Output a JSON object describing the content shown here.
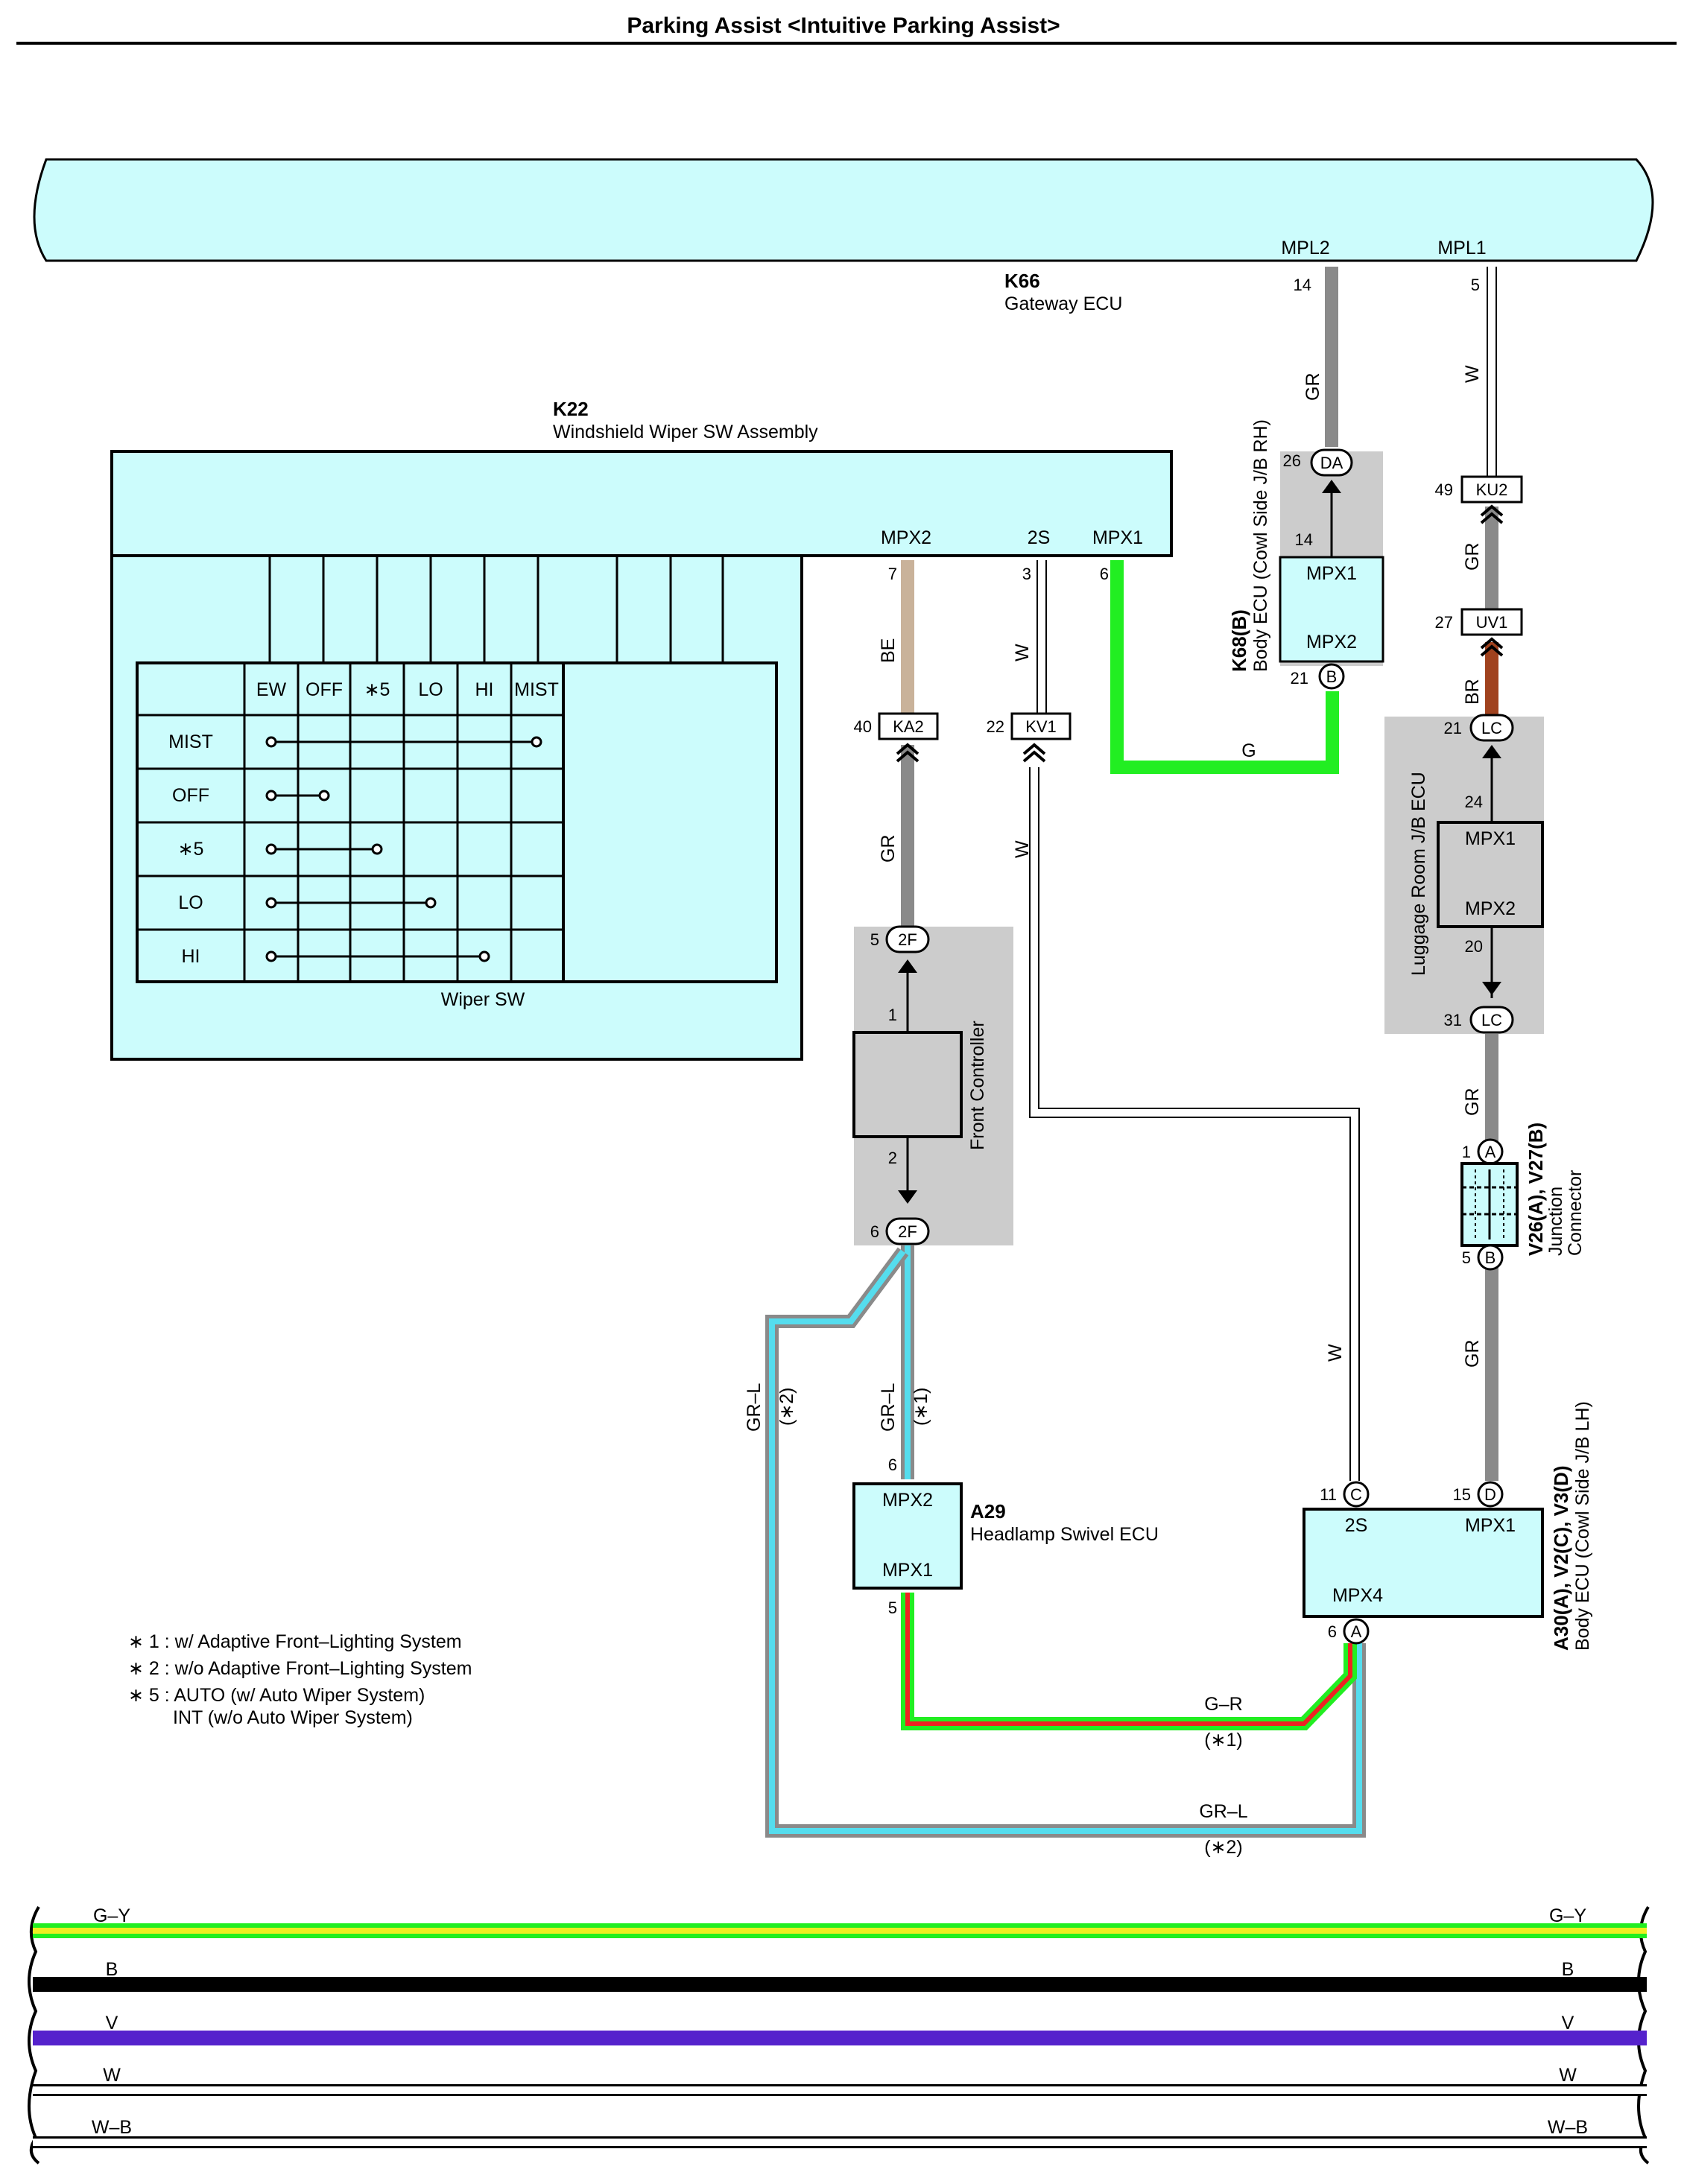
{
  "title": "Parking Assist <Intuitive Parking Assist>",
  "colors": {
    "ecu_fill": "#ccfcfc",
    "connector_shade": "#cccccc",
    "wire_gray": "#8a8a8a",
    "wire_green": "#22ee22",
    "wire_beige": "#c9b29a",
    "wire_brown": "#a0421e",
    "wire_blue_light": "#55ddee",
    "wire_red": "#ee2222",
    "wire_yellow": "#eeee22",
    "wire_violet": "#5522cc",
    "wire_black": "#000000"
  },
  "gateway": {
    "code": "K66",
    "name": "Gateway ECU",
    "pin_mpl2_label": "MPL2",
    "pin_mpl2_num": "14",
    "pin_mpl1_label": "MPL1",
    "pin_mpl1_num": "5"
  },
  "wiper_assy": {
    "code": "K22",
    "name": "Windshield Wiper SW Assembly",
    "pin_mpx2_label": "MPX2",
    "pin_mpx2_num": "7",
    "pin_2s_label": "2S",
    "pin_2s_num": "3",
    "pin_mpx1_label": "MPX1",
    "pin_mpx1_num": "6",
    "switch_caption": "Wiper SW",
    "columns": [
      "EW",
      "OFF",
      "∗5",
      "LO",
      "HI",
      "MIST"
    ],
    "rows": [
      "MIST",
      "OFF",
      "∗5",
      "LO",
      "HI"
    ]
  },
  "body_ecu_rh": {
    "code": "K68(B)",
    "name": "Body ECU (Cowl Side J/B RH)",
    "conn_da": "DA",
    "conn_da_pin": "26",
    "pin_top": "14",
    "mpx1": "MPX1",
    "mpx2": "MPX2",
    "pin_bottom": "21",
    "conn_b": "B"
  },
  "connectors": {
    "ku2": {
      "name": "KU2",
      "pin": "49"
    },
    "uv1": {
      "name": "UV1",
      "pin": "27"
    },
    "ka2": {
      "name": "KA2",
      "pin": "40"
    },
    "kv1": {
      "name": "KV1",
      "pin": "22"
    }
  },
  "luggage_ecu": {
    "name": "Luggage Room J/B ECU",
    "conn_lc": "LC",
    "pin_lc_top": "21",
    "pin_top": "24",
    "mpx1": "MPX1",
    "mpx2": "MPX2",
    "pin_bottom": "20",
    "pin_lc_bottom": "31"
  },
  "front_controller": {
    "name": "Front Controller",
    "conn_2f": "2F",
    "pin_2f_top": "5",
    "pin_top": "1",
    "pin_bottom": "2",
    "pin_2f_bottom": "6"
  },
  "junction": {
    "codes": "V26(A), V27(B)",
    "name1": "Junction",
    "name2": "Connector",
    "conn_a": "A",
    "pin_a": "1",
    "conn_b": "B",
    "pin_b": "5"
  },
  "headlamp_ecu": {
    "code": "A29",
    "name": "Headlamp Swivel ECU",
    "mpx2": "MPX2",
    "mpx1": "MPX1",
    "pin_top": "6",
    "pin_bottom": "5"
  },
  "body_ecu_lh": {
    "codes": "A30(A), V2(C), V3(D)",
    "name": "Body ECU (Cowl Side J/B LH)",
    "conn_c": "C",
    "pin_c": "11",
    "conn_d": "D",
    "pin_d": "15",
    "conn_a": "A",
    "pin_a": "6",
    "label_2s": "2S",
    "label_mpx1": "MPX1",
    "label_mpx4": "MPX4"
  },
  "wire_labels": {
    "gr": "GR",
    "w": "W",
    "be": "BE",
    "br": "BR",
    "g": "G",
    "gr_l": "GR–L",
    "g_r": "G–R",
    "note1": "(∗1)",
    "note2": "(∗2)"
  },
  "notes": [
    "∗ 1 : w/ Adaptive Front–Lighting System",
    "∗ 2 : w/o Adaptive Front–Lighting System",
    "∗ 5 : AUTO (w/ Auto Wiper System)",
    "INT (w/o Auto Wiper System)"
  ],
  "bus": [
    "G–Y",
    "B",
    "V",
    "W",
    "W–B"
  ]
}
